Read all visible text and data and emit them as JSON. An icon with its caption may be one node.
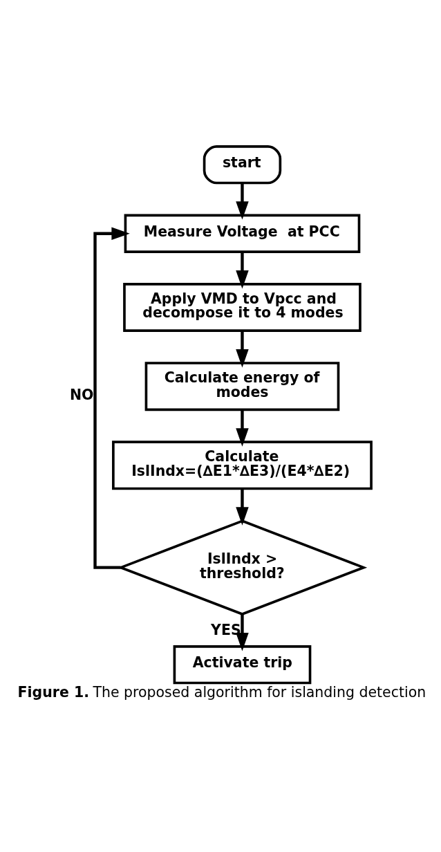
{
  "diagram": {
    "caption": "**Figure 1.** The proposed algorithm for islanding detection",
    "nodes": [
      {
        "text": [
          "start"
        ]
      },
      {
        "text": [
          "Measure Voltage  at PCC"
        ]
      },
      {
        "text": [
          "Apply VMD to Vpcc and decompose it to 4 modes"
        ]
      },
      {
        "text": [
          "Calculate energy of modes"
        ]
      },
      {
        "text": [
          "Calculate IslIndx=(∆E1*∆E3)/(E4*∆E2)"
        ]
      },
      {
        "text": [
          "IslIndx > threshold?"
        ]
      },
      {
        "text": [
          "Activate trip"
        ]
      }
    ],
    "edges": [
      {
        "from": 0,
        "to": 1,
        "arrow": "to"
      },
      {
        "from": 1,
        "to": 2,
        "arrow": "to"
      },
      {
        "from": 2,
        "to": 3,
        "arrow": "to"
      },
      {
        "from": 3,
        "to": 4,
        "arrow": "to"
      },
      {
        "from": 4,
        "to": 5,
        "arrow": "to"
      },
      {
        "from": 5,
        "to": 6,
        "arrow": "to",
        "label": "YES"
      },
      {
        "from": 5,
        "to": 1,
        "arrow": "to",
        "label": "NO"
      }
    ]
  }
}
